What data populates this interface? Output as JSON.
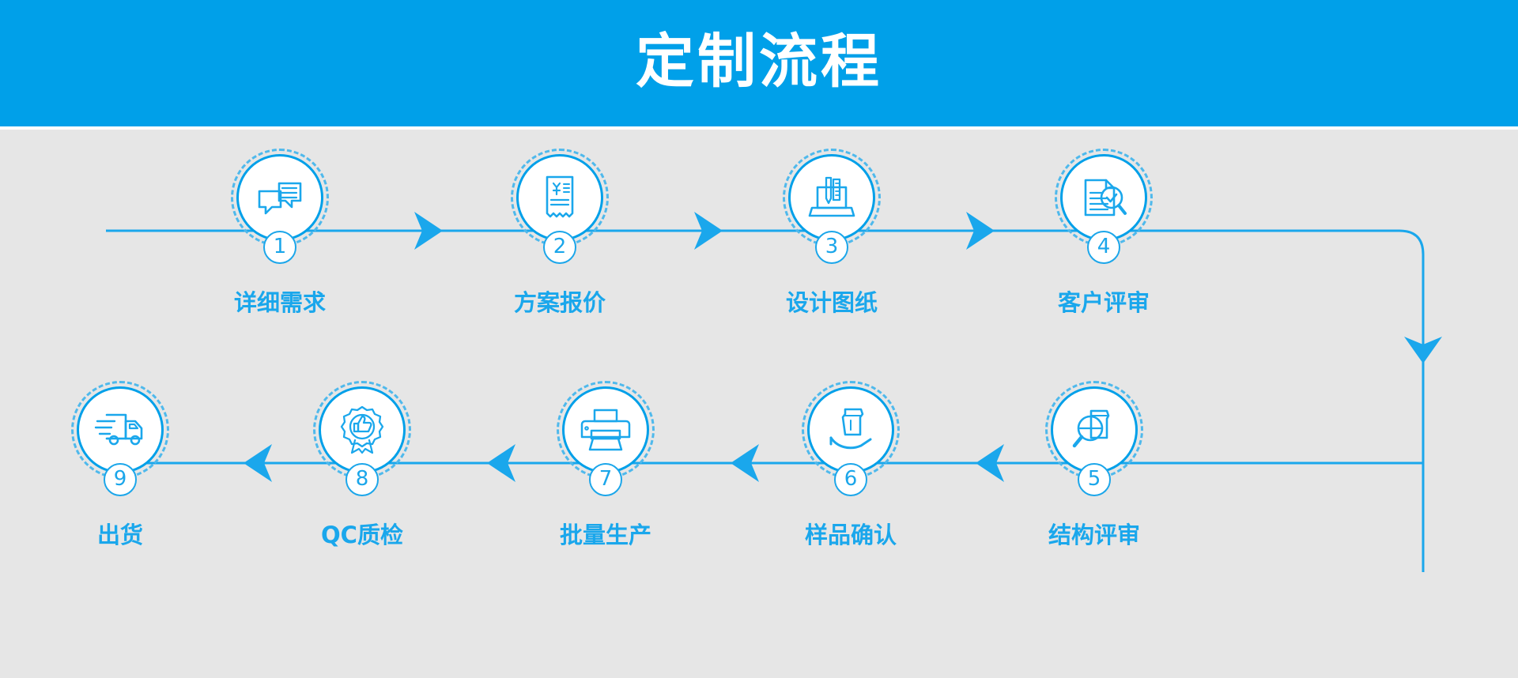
{
  "header": {
    "title": "定制流程"
  },
  "colors": {
    "brand_blue": "#00a0e9",
    "accent_blue": "#1aa7ec",
    "dashed_ring": "#4fb9ec",
    "background": "#e6e6e6",
    "medallion_fill": "#ffffff",
    "header_text": "#ffffff"
  },
  "flow": {
    "top_row_direction": "left-to-right",
    "bottom_row_direction": "right-to-left",
    "connector_note": "top row ends at step 4 then curves down and right-to-left into step 5"
  },
  "steps": [
    {
      "number": "1",
      "label": "详细需求",
      "icon": "chat-bubbles-icon",
      "row": "top"
    },
    {
      "number": "2",
      "label": "方案报价",
      "icon": "invoice-yuan-icon",
      "row": "top"
    },
    {
      "number": "3",
      "label": "设计图纸",
      "icon": "laptop-design-icon",
      "row": "top"
    },
    {
      "number": "4",
      "label": "客户评审",
      "icon": "document-review-icon",
      "row": "top"
    },
    {
      "number": "5",
      "label": "结构评审",
      "icon": "magnifier-pouch-icon",
      "row": "bottom"
    },
    {
      "number": "6",
      "label": "样品确认",
      "icon": "hand-holding-sample-icon",
      "row": "bottom"
    },
    {
      "number": "7",
      "label": "批量生产",
      "icon": "printer-icon",
      "row": "bottom"
    },
    {
      "number": "8",
      "label": "QC质检",
      "icon": "quality-badge-thumbsup-icon",
      "row": "bottom"
    },
    {
      "number": "9",
      "label": "出货",
      "icon": "delivery-truck-icon",
      "row": "bottom"
    }
  ]
}
